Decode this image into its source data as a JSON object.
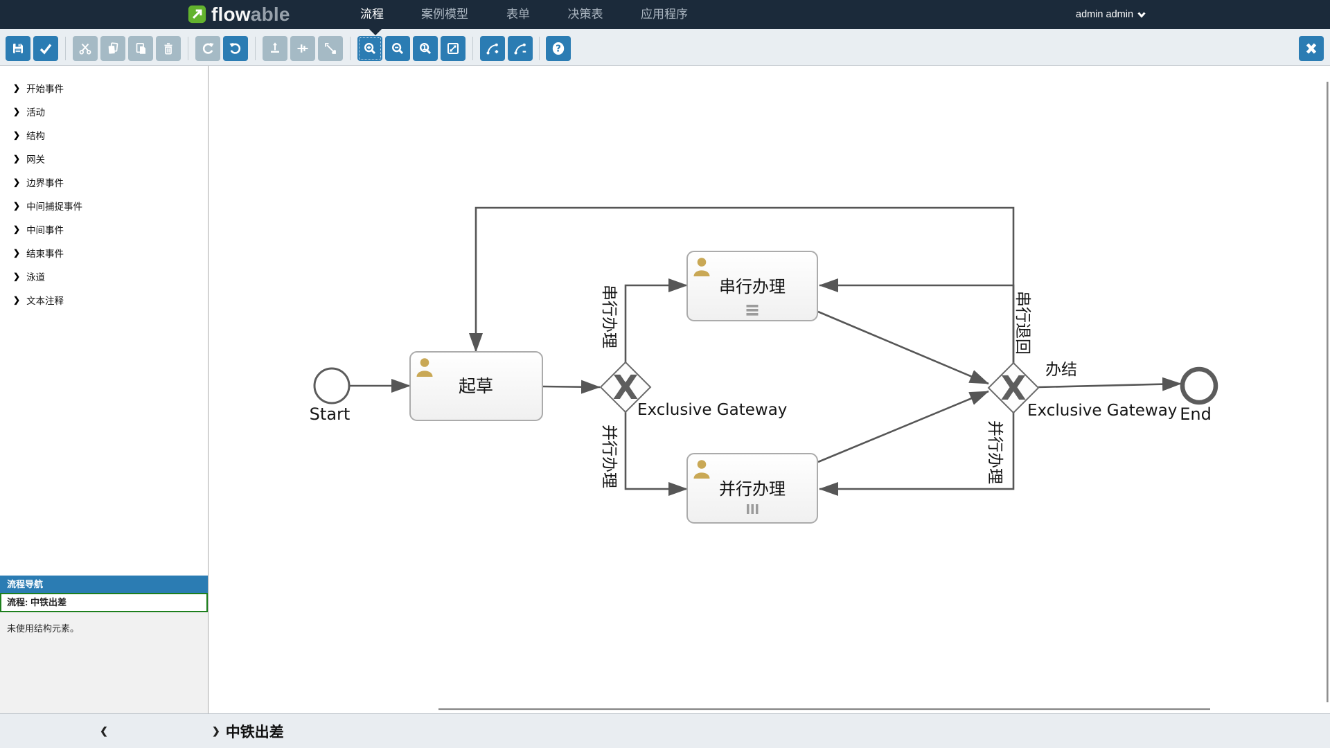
{
  "navbar": {
    "logo": {
      "flow": "flow",
      "able": "able"
    },
    "items": [
      {
        "label": "流程",
        "active": true
      },
      {
        "label": "案例模型"
      },
      {
        "label": "表单"
      },
      {
        "label": "决策表"
      },
      {
        "label": "应用程序"
      }
    ],
    "user": "admin admin"
  },
  "toolbar": {
    "buttons": [
      "save",
      "validate",
      "cut",
      "copy",
      "paste",
      "delete",
      "redo",
      "undo",
      "align-vertical",
      "align-horizontal",
      "same-size",
      "zoom-in",
      "zoom-out",
      "zoom-actual",
      "zoom-fit",
      "add-bendpoint",
      "remove-bendpoint",
      "help",
      "close"
    ]
  },
  "palette": {
    "sections": [
      "开始事件",
      "活动",
      "结构",
      "网关",
      "边界事件",
      "中间捕捉事件",
      "中间事件",
      "结束事件",
      "泳道",
      "文本注释"
    ]
  },
  "navigator": {
    "title": "流程导航",
    "current": "流程: 中铁出差",
    "empty_message": "未使用结构元素。"
  },
  "footer": {
    "collapse": "❮",
    "chevron": "❯",
    "breadcrumb": "中铁出差"
  },
  "colors": {
    "accent_blue": "#2b7cb3",
    "navbar_bg": "#1b2a3a",
    "selected_green": "#1d7f1d",
    "logo_green": "#63b32e"
  },
  "diagram": {
    "nodes": {
      "start": {
        "label": "Start"
      },
      "draft": {
        "label": "起草"
      },
      "gateway1": {
        "label": "Exclusive Gateway",
        "symbol": "X"
      },
      "serial": {
        "label": "串行办理"
      },
      "parallel": {
        "label": "并行办理"
      },
      "gateway2": {
        "label": "Exclusive Gateway",
        "symbol": "X"
      },
      "end": {
        "label": "End"
      }
    },
    "flow_labels": {
      "to_serial": "串行办理",
      "to_parallel": "并行办理",
      "serial_return": "串行退回",
      "parallel_return": "并行办理",
      "finish": "办结"
    }
  }
}
